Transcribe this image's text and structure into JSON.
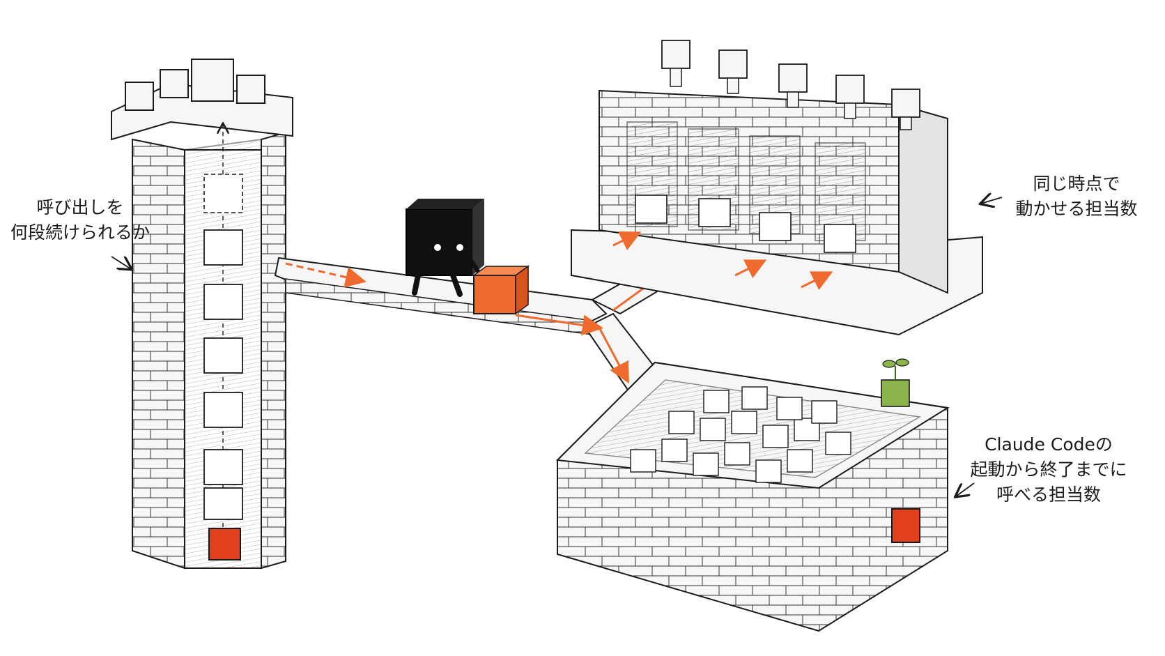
{
  "colors": {
    "ink": "#1a1a1a",
    "paper": "#ffffff",
    "stone_face": "#f6f6f6",
    "stone_side": "#e4e4e4",
    "accent_orange": "#f06a2d",
    "block_red": "#e2401c",
    "robot": "#111111",
    "sprout_green": "#8bb54c"
  },
  "icons": {
    "robot": "robot-character-icon",
    "sprout": "sprout-icon",
    "arrow": "arrow-icon"
  },
  "callouts": {
    "depth": {
      "lines": [
        "呼び出しを",
        "何段続けられるか"
      ]
    },
    "parallel": {
      "lines": [
        "同じ時点で",
        "動かせる担当数"
      ]
    },
    "total": {
      "lines": [
        "Claude Codeの",
        "起動から終了までに",
        "呼べる担当数"
      ]
    }
  }
}
